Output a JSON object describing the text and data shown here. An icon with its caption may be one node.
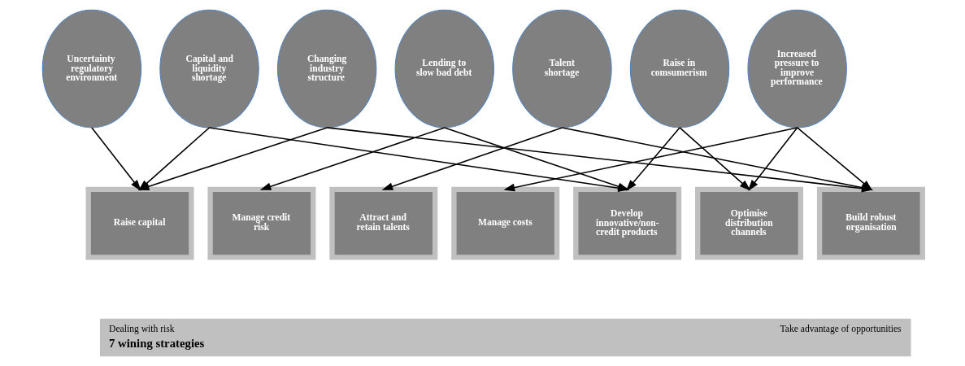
{
  "diagram": {
    "nodes": [
      {
        "text": [
          "Uncertainty regulatory environment"
        ]
      },
      {
        "text": [
          "Capital and liquidity shortage"
        ]
      },
      {
        "text": [
          "Changing industry structure"
        ]
      },
      {
        "text": [
          "Lending to slow bad debt"
        ]
      },
      {
        "text": [
          "Talent shortage"
        ]
      },
      {
        "text": [
          "Raise in comsumerism"
        ]
      },
      {
        "text": [
          "Increased pressure to improve performance"
        ]
      },
      {
        "text": [
          "Raise capital"
        ]
      },
      {
        "text": [
          "Manage credit risk"
        ]
      },
      {
        "text": [
          "Attract and retain talents"
        ]
      },
      {
        "text": [
          "Manage costs"
        ]
      },
      {
        "text": [
          "Develop innovative/non-credit products"
        ]
      },
      {
        "text": [
          "Optimise distribution channels"
        ]
      },
      {
        "text": [
          "Build robust organisation"
        ]
      },
      {
        "text": [
          "Dealing with risk",
          "Take advantage of opportunities",
          "7 wining strategies"
        ]
      }
    ],
    "edges": [
      {
        "from": 0,
        "to": 7,
        "arrow": "to"
      },
      {
        "from": 1,
        "to": 7,
        "arrow": "to"
      },
      {
        "from": 1,
        "to": 11,
        "arrow": "to"
      },
      {
        "from": 2,
        "to": 7,
        "arrow": "to"
      },
      {
        "from": 2,
        "to": 13,
        "arrow": "to"
      },
      {
        "from": 3,
        "to": 8,
        "arrow": "to"
      },
      {
        "from": 3,
        "to": 11,
        "arrow": "to"
      },
      {
        "from": 4,
        "to": 9,
        "arrow": "to"
      },
      {
        "from": 4,
        "to": 13,
        "arrow": "to"
      },
      {
        "from": 5,
        "to": 11,
        "arrow": "to"
      },
      {
        "from": 5,
        "to": 12,
        "arrow": "to"
      },
      {
        "from": 6,
        "to": 10,
        "arrow": "to"
      },
      {
        "from": 6,
        "to": 12,
        "arrow": "to"
      },
      {
        "from": 6,
        "to": 13,
        "arrow": "to"
      }
    ]
  }
}
